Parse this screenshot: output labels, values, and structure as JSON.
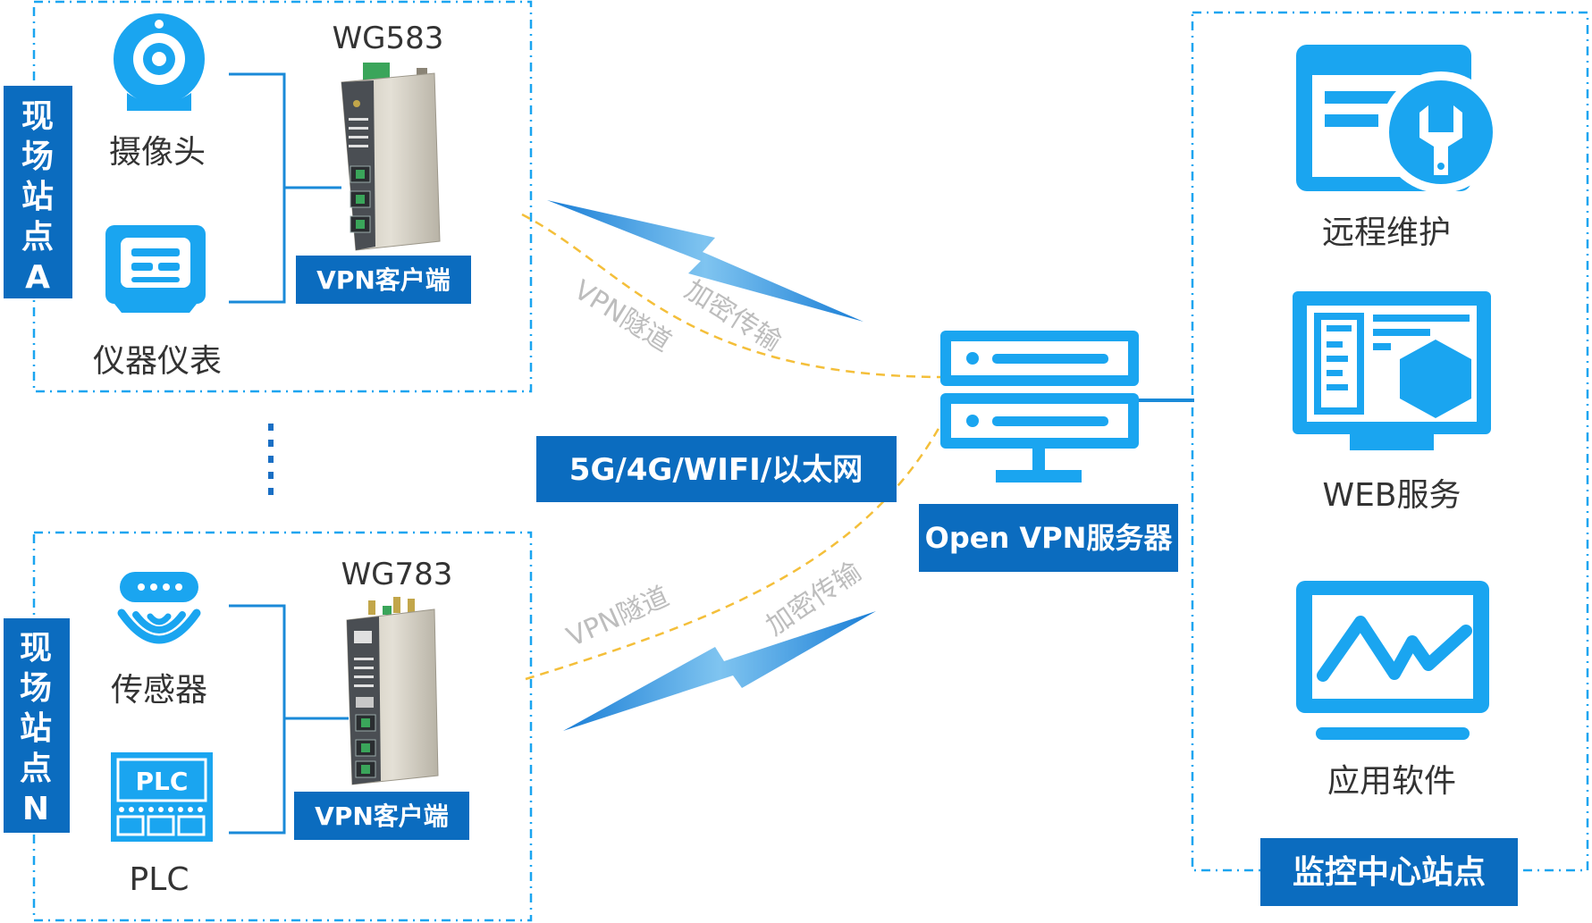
{
  "colors": {
    "accent": "#1aa5f0",
    "label_bg": "#0b6cbf",
    "tunnel": "#f4bf3a",
    "line": "#1a8ad8",
    "text": "#333333",
    "tunnel_text": "#bdbdbd"
  },
  "site_a": {
    "label_chars": [
      "现",
      "场",
      "站",
      "点",
      "A"
    ],
    "devices": [
      {
        "label": "摄像头",
        "icon": "camera-icon"
      },
      {
        "label": "仪器仪表",
        "icon": "meter-icon"
      }
    ],
    "gateway_model": "WG583",
    "gateway_label": "VPN客户端"
  },
  "site_n": {
    "label_chars": [
      "现",
      "场",
      "站",
      "点",
      "N"
    ],
    "devices": [
      {
        "label": "传感器",
        "icon": "sensor-icon"
      },
      {
        "label": "PLC",
        "icon": "plc-icon",
        "icon_text": "PLC"
      }
    ],
    "gateway_model": "WG783",
    "gateway_label": "VPN客户端"
  },
  "network_label": "5G/4G/WIFI/以太网",
  "tunnel_a": {
    "tunnel": "VPN隧道",
    "encrypt": "加密传输"
  },
  "tunnel_n": {
    "tunnel": "VPN隧道",
    "encrypt": "加密传输"
  },
  "server_label": "Open VPN服务器",
  "monitor_center": {
    "label": "监控中心站点",
    "services": [
      {
        "label": "远程维护",
        "icon": "remote-maintenance-icon"
      },
      {
        "label": "WEB服务",
        "icon": "web-service-icon"
      },
      {
        "label": "应用软件",
        "icon": "application-software-icon"
      }
    ]
  }
}
